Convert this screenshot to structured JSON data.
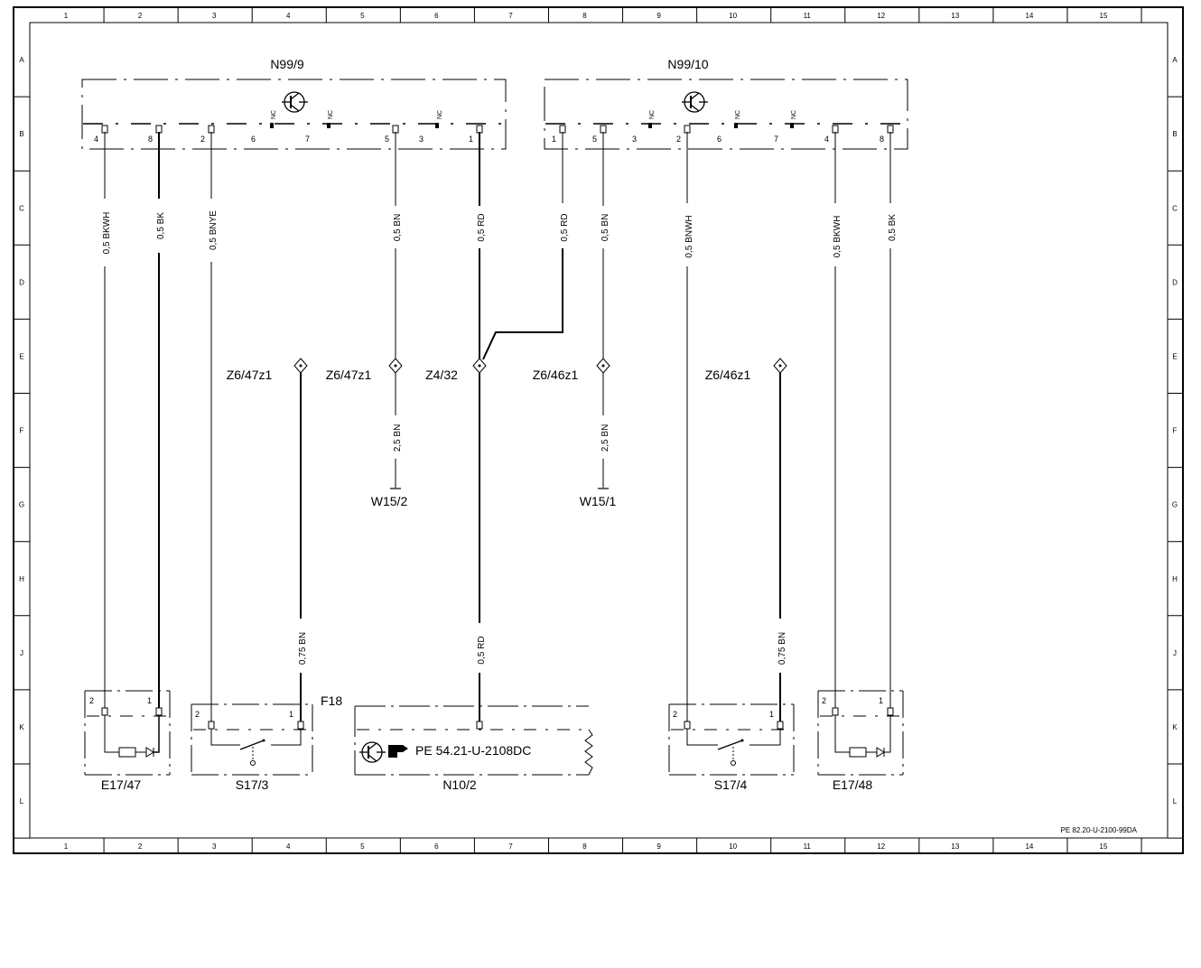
{
  "grid": {
    "columns": [
      "1",
      "2",
      "3",
      "4",
      "5",
      "6",
      "7",
      "8",
      "9",
      "10",
      "11",
      "12",
      "13",
      "14",
      "15"
    ],
    "rows": [
      "A",
      "B",
      "C",
      "D",
      "E",
      "F",
      "G",
      "H",
      "J",
      "K",
      "L"
    ]
  },
  "modules": {
    "left": {
      "name": "N99/9",
      "pins": [
        "4",
        "8",
        "2",
        "6",
        "7",
        "5",
        "3",
        "1"
      ],
      "nc": [
        "NC",
        "NC",
        "NC"
      ]
    },
    "right": {
      "name": "N99/10",
      "pins": [
        "1",
        "5",
        "3",
        "2",
        "6",
        "7",
        "4",
        "8"
      ],
      "nc": [
        "NC",
        "NC",
        "NC"
      ]
    }
  },
  "wires": {
    "w1": "0,5 BKWH",
    "w2": "0,5 BK",
    "w3": "0,5 BNYE",
    "w4": "0,5 BN",
    "w5": "0,5 RD",
    "w6": "0,5 RD",
    "w7": "0,5 BN",
    "w8": "0,5 BNWH",
    "w9": "0,5 BKWH",
    "w10": "0,5 BK",
    "w11": "2,5 BN",
    "w12": "2,5 BN",
    "w13": "0,75 BN",
    "w14": "0,5 RD",
    "w15": "0,75 BN"
  },
  "splices": {
    "s1": "Z6/47z1",
    "s2": "Z6/47z1",
    "s3": "Z4/32",
    "s4": "Z6/46z1",
    "s5": "Z6/46z1"
  },
  "grounds": {
    "g1": "W15/2",
    "g2": "W15/1"
  },
  "components": {
    "e1747": {
      "name": "E17/47",
      "pin_a": "2",
      "pin_b": "1"
    },
    "s173": {
      "name": "S17/3",
      "pin_a": "2",
      "pin_b": "1"
    },
    "fuse": "F18",
    "n102": {
      "name": "N10/2",
      "ref": "PE 54.21-U-2108DC"
    },
    "s174": {
      "name": "S17/4",
      "pin_a": "2",
      "pin_b": "1"
    },
    "e1748": {
      "name": "E17/48",
      "pin_a": "2",
      "pin_b": "1"
    }
  },
  "footer_code": "PE 82.20-U-2100-99DA"
}
